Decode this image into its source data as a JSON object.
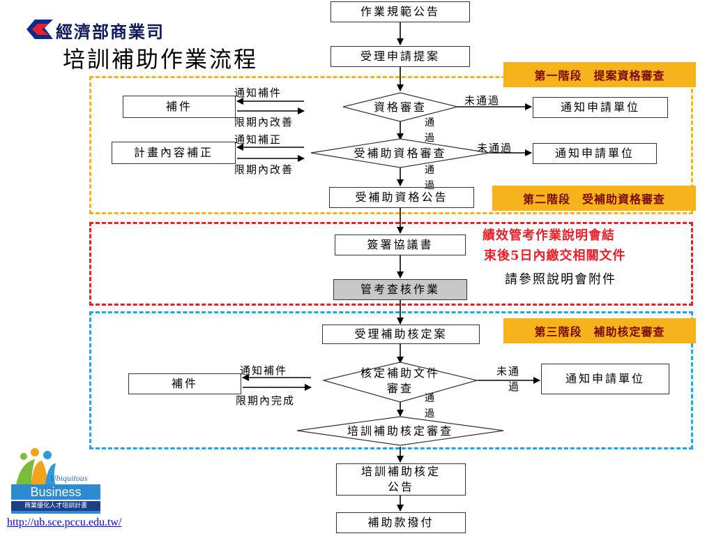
{
  "header": {
    "org": "經濟部商業司",
    "title": "培訓補助作業流程"
  },
  "stages": {
    "s1": "第一階段　提案資格審查",
    "s2": "第二階段　受補助資格審查",
    "s3": "第三階段　補助核定審查"
  },
  "nodes": {
    "announce_rules": "作業規範公告",
    "accept_application": "受理申請提案",
    "eligibility_review": "資格審查",
    "notify_unit_1": "通知申請單位",
    "supplement_1": "補件",
    "subsidy_eligibility_review": "受補助資格審查",
    "notify_unit_2": "通知申請單位",
    "plan_revision": "計畫內容補正",
    "subsidy_eligibility_announce": "受補助資格公告",
    "sign_agreement": "簽署協議書",
    "audit_operation": "管考查核作業",
    "accept_approval_case": "受理補助核定案",
    "approval_doc_review": "核定補助文件審查",
    "notify_unit_3": "通知申請單位",
    "supplement_2": "補件",
    "training_approval_review": "培訓補助核定審查",
    "training_approval_announce": "培訓補助核定公告",
    "payment": "補助款撥付"
  },
  "labels": {
    "notify_supplement_1": "通知補件",
    "improve_deadline_1": "限期內改善",
    "notify_correction": "通知補正",
    "improve_deadline_2": "限期內改善",
    "notify_supplement_2": "通知補件",
    "complete_deadline": "限期內完成",
    "fail_1": "未通過",
    "fail_2": "未通過",
    "fail_3": "未通過",
    "pass_1": "通過",
    "pass_2": "通過",
    "pass_3": "通過"
  },
  "note": {
    "line1": "績效管考作業說明會結",
    "line2": "束後5日內繳交相關文件",
    "line3": "請參照說明會附件"
  },
  "logo": {
    "script": "Ubiquitous",
    "word": "Business",
    "subtitle": "商業優化人才培訓計畫"
  },
  "footer": {
    "url": "http://ub.sce.pccu.edu.tw/"
  },
  "colors": {
    "stage1_border": "#f2b41c",
    "stage2_border": "#e8202a",
    "stage3_border": "#1aa8e6",
    "stage_label_bg": "#f7b31a",
    "note_red": "#e8202a"
  }
}
